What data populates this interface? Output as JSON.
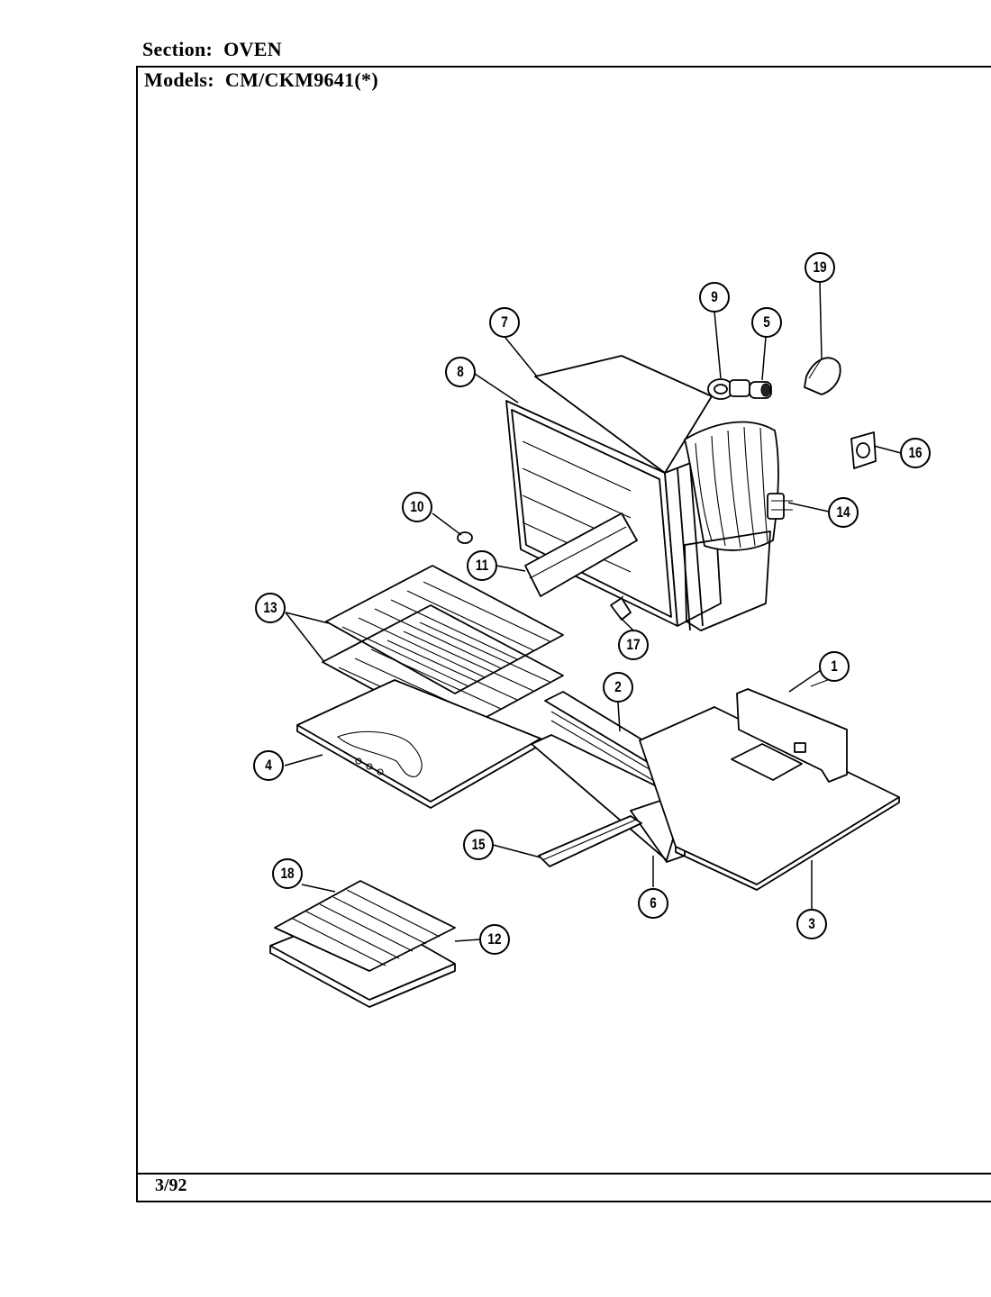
{
  "header": {
    "section_label": "Section:",
    "section_value": "OVEN",
    "models_label": "Models:",
    "models_value": "CM/CKM9641(*)"
  },
  "footer": {
    "date_code": "3/92"
  },
  "callouts": [
    {
      "id": "1",
      "label": "1"
    },
    {
      "id": "2",
      "label": "2"
    },
    {
      "id": "3",
      "label": "3"
    },
    {
      "id": "4",
      "label": "4"
    },
    {
      "id": "5",
      "label": "5"
    },
    {
      "id": "6",
      "label": "6"
    },
    {
      "id": "7",
      "label": "7"
    },
    {
      "id": "8",
      "label": "8"
    },
    {
      "id": "9",
      "label": "9"
    },
    {
      "id": "10",
      "label": "10"
    },
    {
      "id": "11",
      "label": "11"
    },
    {
      "id": "12",
      "label": "12"
    },
    {
      "id": "13",
      "label": "13"
    },
    {
      "id": "14",
      "label": "14"
    },
    {
      "id": "15",
      "label": "15"
    },
    {
      "id": "16",
      "label": "16"
    },
    {
      "id": "17",
      "label": "17"
    },
    {
      "id": "18",
      "label": "18"
    },
    {
      "id": "19",
      "label": "19"
    }
  ]
}
